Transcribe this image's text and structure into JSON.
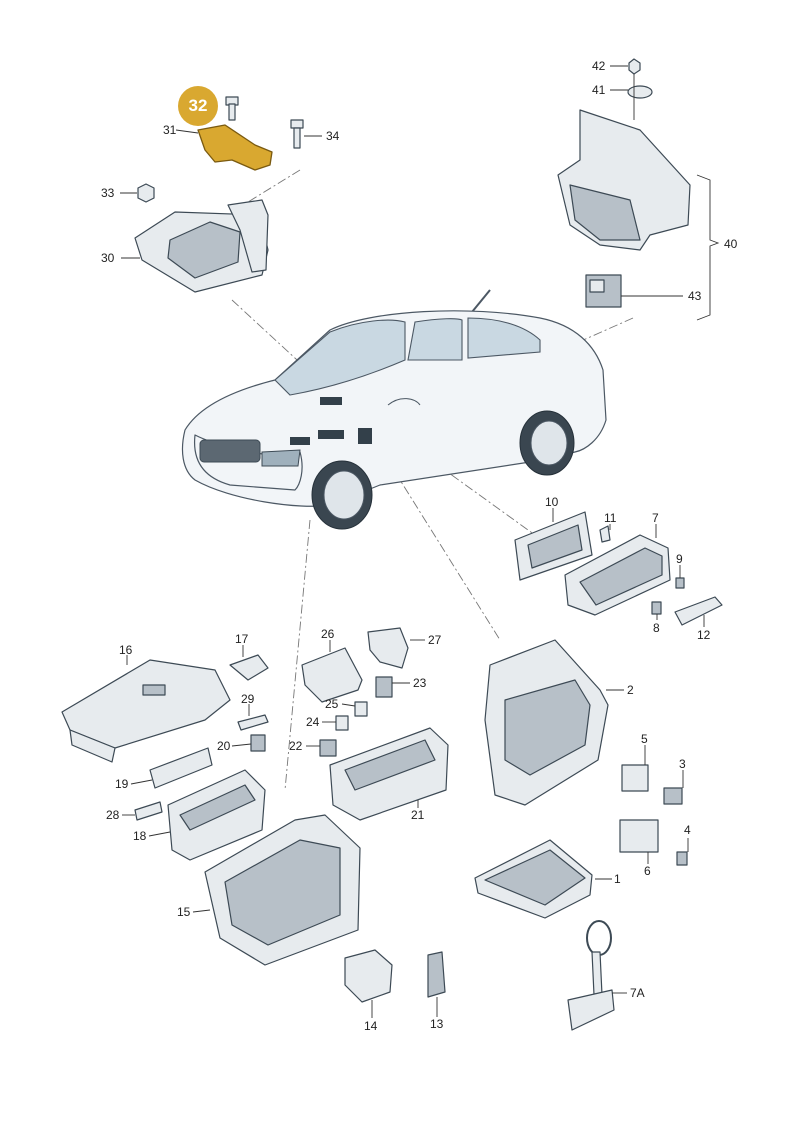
{
  "diagram": {
    "highlight_color": "#d9a830",
    "highlighted_part": "32",
    "callouts": [
      "42",
      "41",
      "32",
      "31",
      "34",
      "33",
      "30",
      "40",
      "43",
      "10",
      "11",
      "7",
      "9",
      "8",
      "12",
      "16",
      "17",
      "26",
      "27",
      "23",
      "29",
      "25",
      "24",
      "22",
      "20",
      "19",
      "2",
      "5",
      "3",
      "28",
      "18",
      "21",
      "4",
      "6",
      "1",
      "15",
      "7A",
      "14",
      "13"
    ]
  }
}
